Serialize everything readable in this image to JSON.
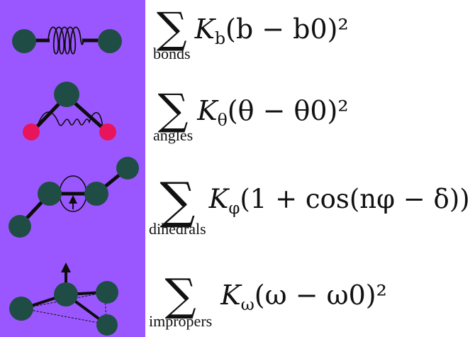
{
  "colors": {
    "panel": "#9b57ff",
    "atom": "#1f4d45",
    "atom_accent": "#e8155d",
    "bond": "#0d0d0d"
  },
  "equations": [
    {
      "id": "bonds",
      "label": "bonds",
      "sigma": "∑",
      "coefficient": "K",
      "coefficient_sub": "b",
      "expression": "(b − b0)²",
      "icon": "bond-stretch-icon"
    },
    {
      "id": "angles",
      "label": "angles",
      "sigma": "∑",
      "coefficient": "K",
      "coefficient_sub": "θ",
      "expression": "(θ − θ0)²",
      "icon": "angle-bend-icon"
    },
    {
      "id": "dihedrals",
      "label": "dihedrals",
      "sigma": "∑",
      "coefficient": "K",
      "coefficient_sub": "φ",
      "expression": "(1 + cos(nφ − δ))",
      "icon": "dihedral-torsion-icon"
    },
    {
      "id": "impropers",
      "label": "impropers",
      "sigma": "∑",
      "coefficient": "K",
      "coefficient_sub": "ω",
      "expression": "(ω − ω0)²",
      "icon": "improper-torsion-icon"
    }
  ]
}
